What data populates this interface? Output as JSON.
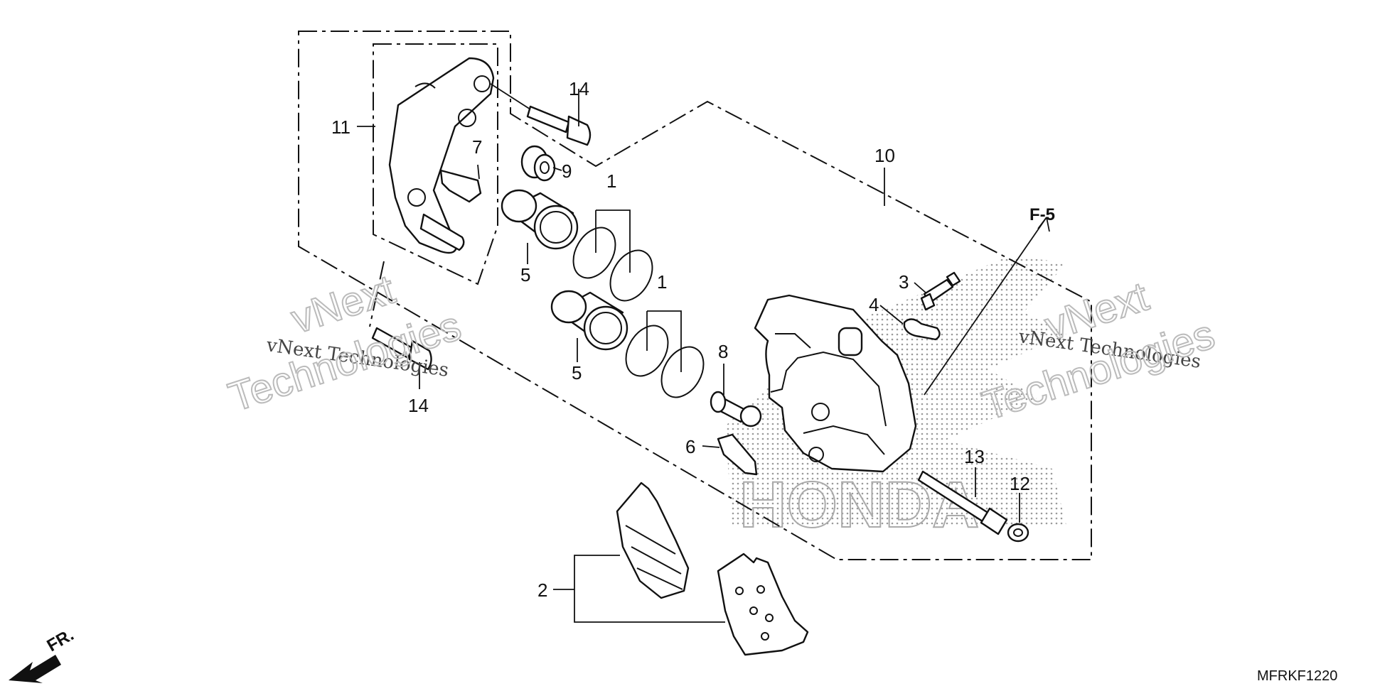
{
  "diagram": {
    "callouts": {
      "c1a": "1",
      "c1b": "1",
      "c2": "2",
      "c3": "3",
      "c4": "4",
      "c5a": "5",
      "c5b": "5",
      "c6": "6",
      "c7": "7",
      "c8": "8",
      "c9": "9",
      "c10": "10",
      "c11": "11",
      "c12": "12",
      "c13": "13",
      "c14a": "14",
      "c14b": "14"
    },
    "reference_label": "F-5",
    "direction_label": "FR.",
    "diagram_code": "MFRKF1220",
    "watermark_small": "vNext Technologies",
    "watermark_big_1": "vNext",
    "watermark_big_2": "Technologies",
    "background_logo": "HONDA",
    "colors": {
      "ink": "#111111",
      "paper": "#ffffff",
      "dots": "#9a9a9a"
    }
  }
}
